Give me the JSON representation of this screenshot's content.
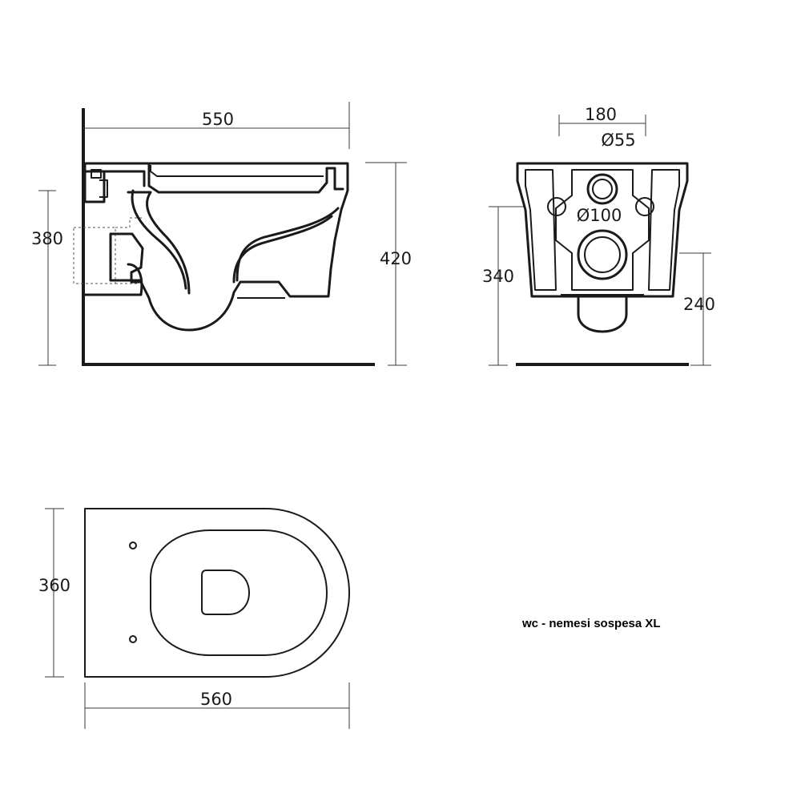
{
  "dimensions": {
    "side_width": "550",
    "side_height_left": "380",
    "side_height_right": "420",
    "front_outlet_spacing": "180",
    "front_inlet_diameter": "Ø55",
    "front_outlet_diameter": "Ø100",
    "front_height_left": "340",
    "front_height_right": "240",
    "top_width": "360",
    "top_length": "560"
  },
  "caption": "wc - nemesi sospesa XL"
}
